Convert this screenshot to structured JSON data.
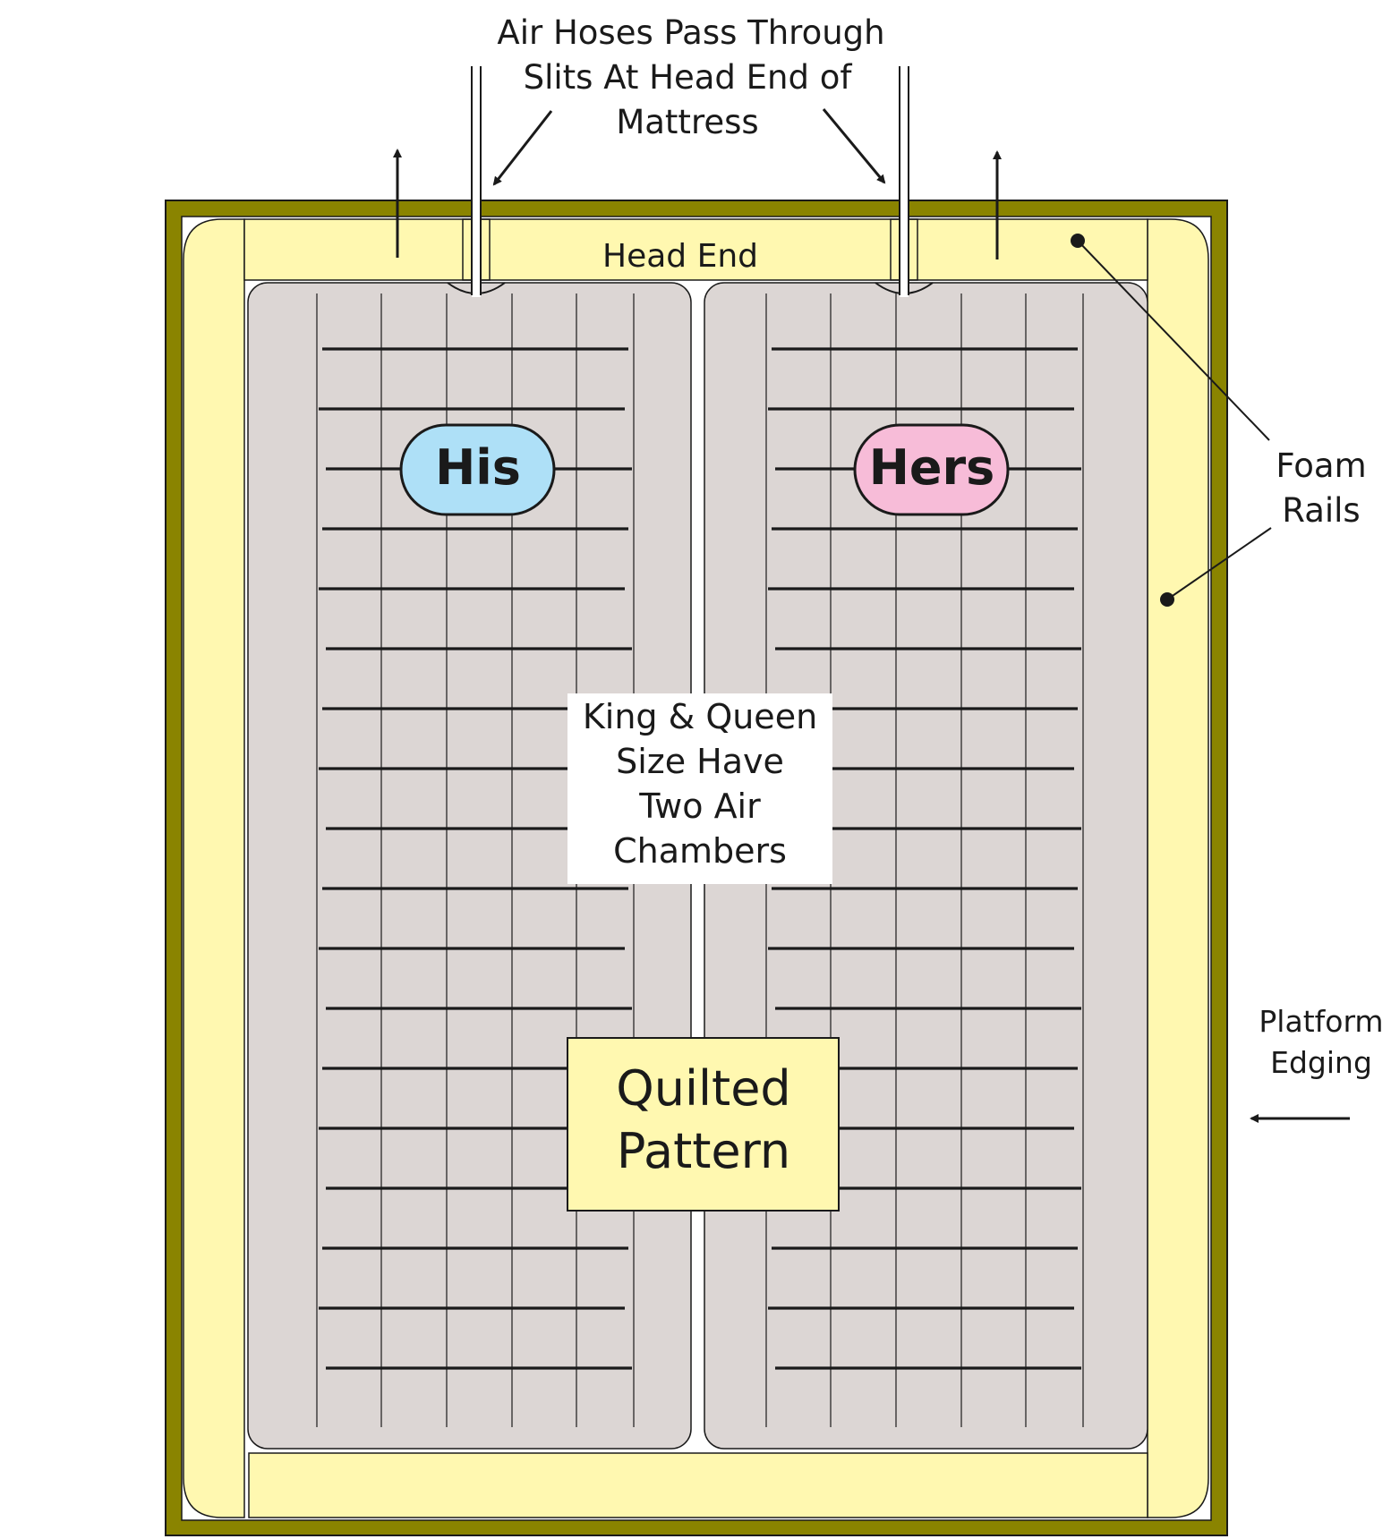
{
  "labels": {
    "hoses_line1": "Air Hoses Pass Through",
    "hoses_line2": "Slits At Head End of",
    "hoses_line3": "Mattress",
    "head_end": "Head End",
    "his": "His",
    "hers": "Hers",
    "chambers_line1": "King & Queen",
    "chambers_line2": "Size Have",
    "chambers_line3": "Two Air",
    "chambers_line4": "Chambers",
    "quilted_line1": "Quilted",
    "quilted_line2": "Pattern",
    "foam_line1": "Foam",
    "foam_line2": "Rails",
    "platform_line1": "Platform",
    "platform_line2": "Edging"
  },
  "colors": {
    "platform_edging": "#8a8400",
    "foam_rail": "#fff8b0",
    "air_chamber": "#dcd6d4",
    "his_badge": "#aee0f7",
    "hers_badge": "#f7bcd8",
    "quilted_box": "#fff8b0",
    "outline": "#1a1a1a"
  }
}
